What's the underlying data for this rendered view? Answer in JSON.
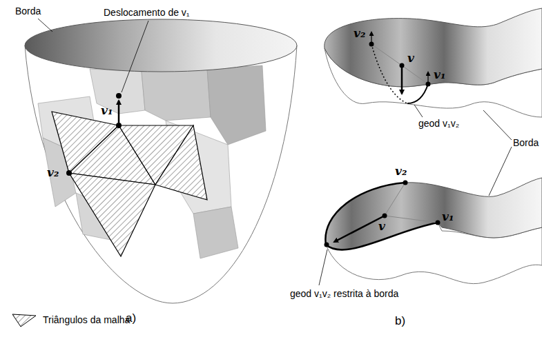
{
  "diagram": {
    "labels": [
      "Borda",
      "Deslocamento de v₁",
      "v₁",
      "v₂",
      "a)",
      "v₂",
      "v",
      "v₁",
      "geod v₁v₂",
      "Borda",
      "v₂",
      "v",
      "v₁",
      "geod v₁v₂ restrita à borda",
      "b)"
    ],
    "legend": [
      {
        "text": "Triângulos da malha"
      }
    ]
  }
}
